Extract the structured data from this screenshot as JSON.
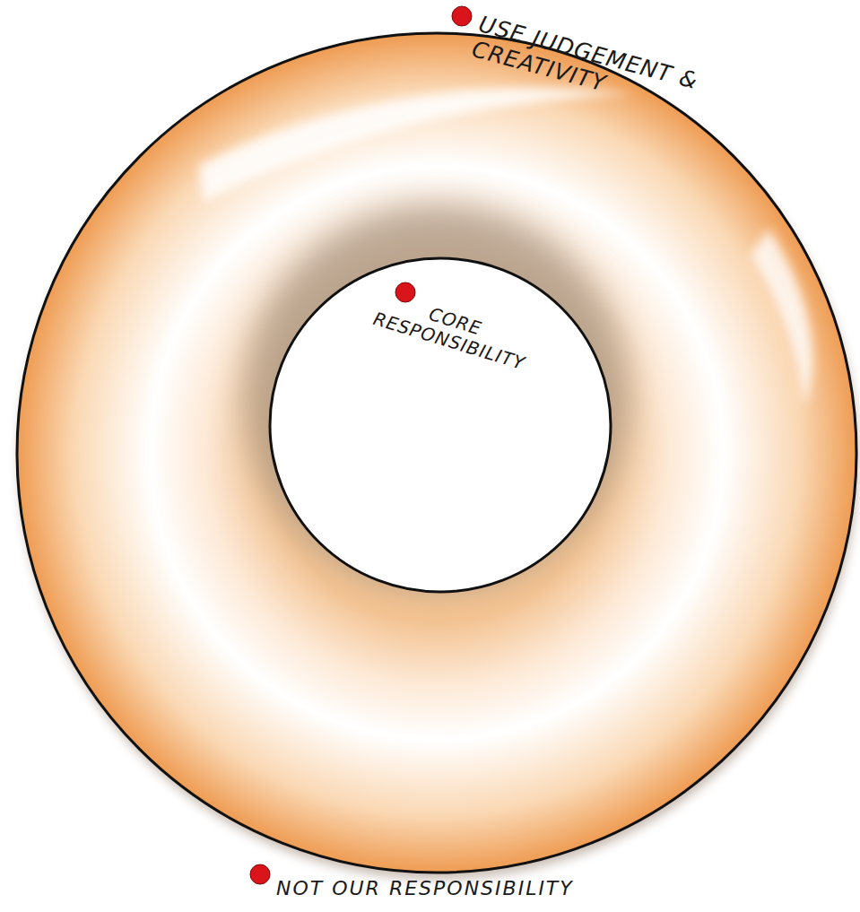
{
  "diagram": {
    "nodes": [
      {
        "text": [
          "USE JUDGEMENT & CREATIVITY"
        ]
      },
      {
        "text": [
          "CORE RESPONSIBILITY"
        ],
        "in": 0
      }
    ],
    "labels": [
      "NOT OUR RESPONSIBILITY"
    ]
  }
}
